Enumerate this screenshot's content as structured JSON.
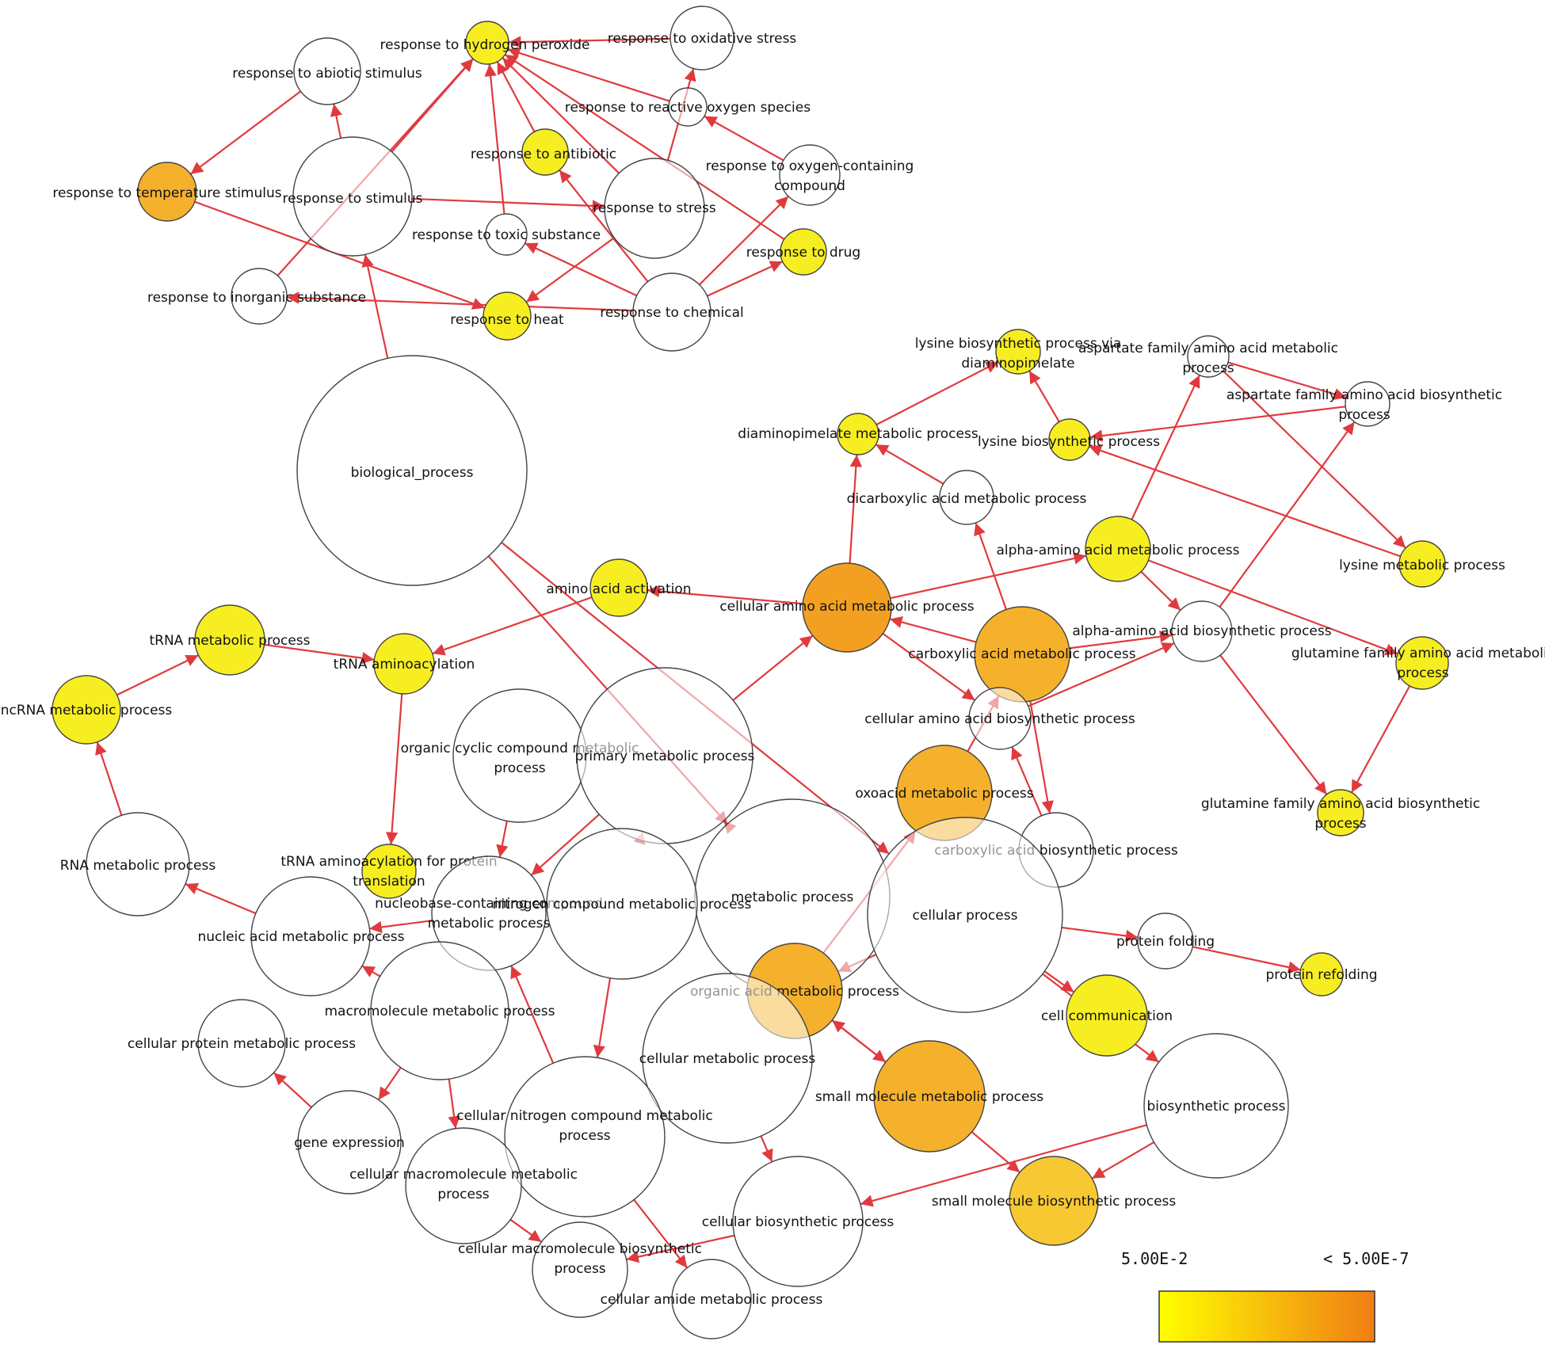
{
  "colors": {
    "edge": "#e03a3e",
    "white": "#ffffff",
    "yellow": "#f7ee22",
    "light_orange": "#f8c833",
    "orange": "#f6b12c",
    "dark_orange": "#f3a022",
    "stroke": "#444444"
  },
  "legend": {
    "min_label": "5.00E-2",
    "max_label": "< 5.00E-7",
    "gradient_start": "#ffff00",
    "gradient_end": "#f07e14"
  },
  "nodes": [
    {
      "id": "biological_process",
      "label": [
        "biological_process"
      ],
      "level": "white"
    },
    {
      "id": "response_to_stimulus",
      "label": [
        "response to stimulus"
      ],
      "level": "white"
    },
    {
      "id": "response_to_abiotic_stimulus",
      "label": [
        "response to abiotic stimulus"
      ],
      "level": "white"
    },
    {
      "id": "response_to_hydrogen_peroxide",
      "label": [
        "response to hydrogen peroxide"
      ],
      "level": "yellow"
    },
    {
      "id": "response_to_oxidative_stress",
      "label": [
        "response to oxidative stress"
      ],
      "level": "white"
    },
    {
      "id": "response_to_reactive_oxygen_species",
      "label": [
        "response to reactive oxygen species"
      ],
      "level": "white"
    },
    {
      "id": "response_to_antibiotic",
      "label": [
        "response to antibiotic"
      ],
      "level": "yellow"
    },
    {
      "id": "response_to_oxygen_containing_compound",
      "label": [
        "response to oxygen-containing",
        "compound"
      ],
      "level": "white"
    },
    {
      "id": "response_to_temperature_stimulus",
      "label": [
        "response to temperature stimulus"
      ],
      "level": "orange"
    },
    {
      "id": "response_to_stress",
      "label": [
        "response to stress"
      ],
      "level": "white"
    },
    {
      "id": "response_to_toxic_substance",
      "label": [
        "response to toxic substance"
      ],
      "level": "white"
    },
    {
      "id": "response_to_drug",
      "label": [
        "response to drug"
      ],
      "level": "yellow"
    },
    {
      "id": "response_to_inorganic_substance",
      "label": [
        "response to inorganic substance"
      ],
      "level": "white"
    },
    {
      "id": "response_to_heat",
      "label": [
        "response to heat"
      ],
      "level": "yellow"
    },
    {
      "id": "response_to_chemical",
      "label": [
        "response to chemical"
      ],
      "level": "white"
    },
    {
      "id": "lysine_biosynthetic_via_dap",
      "label": [
        "lysine biosynthetic process via",
        "diaminopimelate"
      ],
      "level": "yellow"
    },
    {
      "id": "aspartate_family_metabolic",
      "label": [
        "aspartate family amino acid metabolic",
        "process"
      ],
      "level": "white"
    },
    {
      "id": "aspartate_family_biosynthetic",
      "label": [
        "aspartate family amino acid biosynthetic",
        "process"
      ],
      "level": "white"
    },
    {
      "id": "diaminopimelate_metabolic",
      "label": [
        "diaminopimelate metabolic process"
      ],
      "level": "yellow"
    },
    {
      "id": "lysine_biosynthetic",
      "label": [
        "lysine biosynthetic process"
      ],
      "level": "yellow"
    },
    {
      "id": "dicarboxylic_acid_metabolic",
      "label": [
        "dicarboxylic acid metabolic process"
      ],
      "level": "white"
    },
    {
      "id": "alpha_amino_acid_metabolic",
      "label": [
        "alpha-amino acid metabolic process"
      ],
      "level": "yellow"
    },
    {
      "id": "lysine_metabolic",
      "label": [
        "lysine metabolic process"
      ],
      "level": "yellow"
    },
    {
      "id": "amino_acid_activation",
      "label": [
        "amino acid activation"
      ],
      "level": "yellow"
    },
    {
      "id": "cellular_amino_acid_metabolic",
      "label": [
        "cellular amino acid metabolic process"
      ],
      "level": "dark_orange"
    },
    {
      "id": "alpha_amino_acid_biosynthetic",
      "label": [
        "alpha-amino acid biosynthetic process"
      ],
      "level": "white"
    },
    {
      "id": "glutamine_family_metabolic",
      "label": [
        "glutamine family amino acid metabolic",
        "process"
      ],
      "level": "yellow"
    },
    {
      "id": "trna_metabolic",
      "label": [
        "tRNA metabolic process"
      ],
      "level": "yellow"
    },
    {
      "id": "trna_aminoacylation",
      "label": [
        "tRNA aminoacylation"
      ],
      "level": "yellow"
    },
    {
      "id": "carboxylic_acid_metabolic",
      "label": [
        "carboxylic acid metabolic process"
      ],
      "level": "orange"
    },
    {
      "id": "ncrna_metabolic",
      "label": [
        "ncRNA metabolic process"
      ],
      "level": "yellow"
    },
    {
      "id": "cellular_amino_acid_biosynthetic",
      "label": [
        "cellular amino acid biosynthetic process"
      ],
      "level": "white"
    },
    {
      "id": "organic_cyclic_compound_metabolic",
      "label": [
        "organic cyclic compound metabolic",
        "process"
      ],
      "level": "white"
    },
    {
      "id": "primary_metabolic",
      "label": [
        "primary metabolic process"
      ],
      "level": "white"
    },
    {
      "id": "oxoacid_metabolic",
      "label": [
        "oxoacid metabolic process"
      ],
      "level": "orange"
    },
    {
      "id": "glutamine_family_biosynthetic",
      "label": [
        "glutamine family amino acid biosynthetic",
        "process"
      ],
      "level": "yellow"
    },
    {
      "id": "rna_metabolic",
      "label": [
        "RNA metabolic process"
      ],
      "level": "white"
    },
    {
      "id": "trna_aminoacylation_translation",
      "label": [
        "tRNA aminoacylation for protein",
        "translation"
      ],
      "level": "yellow"
    },
    {
      "id": "carboxylic_acid_biosynthetic",
      "label": [
        "carboxylic acid biosynthetic process"
      ],
      "level": "white"
    },
    {
      "id": "metabolic_process",
      "label": [
        "metabolic process"
      ],
      "level": "white"
    },
    {
      "id": "nucleobase_containing_compound_metabolic",
      "label": [
        "nucleobase-containing compound",
        "metabolic process"
      ],
      "level": "white"
    },
    {
      "id": "nitrogen_compound_metabolic",
      "label": [
        "nitrogen compound metabolic process"
      ],
      "level": "white"
    },
    {
      "id": "cellular_process",
      "label": [
        "cellular process"
      ],
      "level": "white"
    },
    {
      "id": "nucleic_acid_metabolic",
      "label": [
        "nucleic acid metabolic process"
      ],
      "level": "white"
    },
    {
      "id": "protein_folding",
      "label": [
        "protein folding"
      ],
      "level": "white"
    },
    {
      "id": "protein_refolding",
      "label": [
        "protein refolding"
      ],
      "level": "yellow"
    },
    {
      "id": "organic_acid_metabolic",
      "label": [
        "organic acid metabolic process"
      ],
      "level": "orange"
    },
    {
      "id": "cell_communication",
      "label": [
        "cell communication"
      ],
      "level": "yellow"
    },
    {
      "id": "macromolecule_metabolic",
      "label": [
        "macromolecule metabolic process"
      ],
      "level": "white"
    },
    {
      "id": "cellular_protein_metabolic",
      "label": [
        "cellular protein metabolic process"
      ],
      "level": "white"
    },
    {
      "id": "cellular_metabolic",
      "label": [
        "cellular metabolic process"
      ],
      "level": "white"
    },
    {
      "id": "small_molecule_metabolic",
      "label": [
        "small molecule metabolic process"
      ],
      "level": "orange"
    },
    {
      "id": "biosynthetic_process",
      "label": [
        "biosynthetic process"
      ],
      "level": "white"
    },
    {
      "id": "gene_expression",
      "label": [
        "gene expression"
      ],
      "level": "white"
    },
    {
      "id": "cellular_nitrogen_compound_metabolic",
      "label": [
        "cellular nitrogen compound metabolic",
        "process"
      ],
      "level": "white"
    },
    {
      "id": "cellular_macromolecule_metabolic",
      "label": [
        "cellular macromolecule metabolic",
        "process"
      ],
      "level": "white"
    },
    {
      "id": "small_molecule_biosynthetic",
      "label": [
        "small molecule biosynthetic process"
      ],
      "level": "light_orange"
    },
    {
      "id": "cellular_biosynthetic",
      "label": [
        "cellular biosynthetic process"
      ],
      "level": "white"
    },
    {
      "id": "cellular_macromolecule_biosynthetic",
      "label": [
        "cellular macromolecule biosynthetic",
        "process"
      ],
      "level": "white"
    },
    {
      "id": "cellular_amide_metabolic",
      "label": [
        "cellular amide metabolic process"
      ],
      "level": "white"
    }
  ],
  "edges": [
    [
      "biological_process",
      "response_to_stimulus"
    ],
    [
      "biological_process",
      "metabolic_process"
    ],
    [
      "biological_process",
      "cellular_process"
    ],
    [
      "response_to_stimulus",
      "response_to_abiotic_stimulus"
    ],
    [
      "response_to_stimulus",
      "response_to_hydrogen_peroxide"
    ],
    [
      "response_to_stimulus",
      "response_to_stress"
    ],
    [
      "response_to_abiotic_stimulus",
      "response_to_temperature_stimulus"
    ],
    [
      "response_to_temperature_stimulus",
      "response_to_heat"
    ],
    [
      "response_to_inorganic_substance",
      "response_to_hydrogen_peroxide"
    ],
    [
      "response_to_chemical",
      "response_to_inorganic_substance"
    ],
    [
      "response_to_stress",
      "response_to_heat"
    ],
    [
      "response_to_stress",
      "response_to_oxidative_stress"
    ],
    [
      "response_to_stress",
      "response_to_hydrogen_peroxide"
    ],
    [
      "response_to_oxidative_stress",
      "response_to_hydrogen_peroxide"
    ],
    [
      "response_to_reactive_oxygen_species",
      "response_to_hydrogen_peroxide"
    ],
    [
      "response_to_oxygen_containing_compound",
      "response_to_reactive_oxygen_species"
    ],
    [
      "response_to_chemical",
      "response_to_oxygen_containing_compound"
    ],
    [
      "response_to_chemical",
      "response_to_toxic_substance"
    ],
    [
      "response_to_chemical",
      "response_to_antibiotic"
    ],
    [
      "response_to_chemical",
      "response_to_drug"
    ],
    [
      "response_to_toxic_substance",
      "response_to_hydrogen_peroxide"
    ],
    [
      "response_to_antibiotic",
      "response_to_hydrogen_peroxide"
    ],
    [
      "response_to_drug",
      "response_to_hydrogen_peroxide"
    ],
    [
      "metabolic_process",
      "primary_metabolic"
    ],
    [
      "primary_metabolic",
      "cellular_amino_acid_metabolic"
    ],
    [
      "primary_metabolic",
      "nitrogen_compound_metabolic"
    ],
    [
      "cellular_amino_acid_metabolic",
      "diaminopimelate_metabolic"
    ],
    [
      "cellular_amino_acid_metabolic",
      "amino_acid_activation"
    ],
    [
      "cellular_amino_acid_metabolic",
      "alpha_amino_acid_metabolic"
    ],
    [
      "cellular_amino_acid_metabolic",
      "cellular_amino_acid_biosynthetic"
    ],
    [
      "carboxylic_acid_metabolic",
      "cellular_amino_acid_metabolic"
    ],
    [
      "carboxylic_acid_metabolic",
      "dicarboxylic_acid_metabolic"
    ],
    [
      "carboxylic_acid_metabolic",
      "alpha_amino_acid_biosynthetic"
    ],
    [
      "carboxylic_acid_metabolic",
      "carboxylic_acid_biosynthetic"
    ],
    [
      "dicarboxylic_acid_metabolic",
      "diaminopimelate_metabolic"
    ],
    [
      "diaminopimelate_metabolic",
      "lysine_biosynthetic_via_dap"
    ],
    [
      "lysine_biosynthetic",
      "lysine_biosynthetic_via_dap"
    ],
    [
      "aspartate_family_biosynthetic",
      "lysine_biosynthetic"
    ],
    [
      "aspartate_family_metabolic",
      "aspartate_family_biosynthetic"
    ],
    [
      "aspartate_family_metabolic",
      "lysine_metabolic"
    ],
    [
      "lysine_metabolic",
      "lysine_biosynthetic"
    ],
    [
      "alpha_amino_acid_metabolic",
      "aspartate_family_metabolic"
    ],
    [
      "alpha_amino_acid_metabolic",
      "alpha_amino_acid_biosynthetic"
    ],
    [
      "alpha_amino_acid_metabolic",
      "glutamine_family_metabolic"
    ],
    [
      "alpha_amino_acid_biosynthetic",
      "aspartate_family_biosynthetic"
    ],
    [
      "alpha_amino_acid_biosynthetic",
      "glutamine_family_biosynthetic"
    ],
    [
      "glutamine_family_metabolic",
      "glutamine_family_biosynthetic"
    ],
    [
      "cellular_amino_acid_biosynthetic",
      "alpha_amino_acid_biosynthetic"
    ],
    [
      "carboxylic_acid_biosynthetic",
      "cellular_amino_acid_biosynthetic"
    ],
    [
      "oxoacid_metabolic",
      "carboxylic_acid_metabolic"
    ],
    [
      "organic_acid_metabolic",
      "oxoacid_metabolic"
    ],
    [
      "cellular_process",
      "organic_acid_metabolic"
    ],
    [
      "cellular_process",
      "protein_folding"
    ],
    [
      "cellular_process",
      "cell_communication"
    ],
    [
      "cellular_process",
      "biosynthetic_process"
    ],
    [
      "protein_folding",
      "protein_refolding"
    ],
    [
      "amino_acid_activation",
      "trna_aminoacylation"
    ],
    [
      "trna_metabolic",
      "trna_aminoacylation"
    ],
    [
      "ncrna_metabolic",
      "trna_metabolic"
    ],
    [
      "rna_metabolic",
      "ncrna_metabolic"
    ],
    [
      "trna_aminoacylation",
      "trna_aminoacylation_translation"
    ],
    [
      "nucleic_acid_metabolic",
      "rna_metabolic"
    ],
    [
      "nucleobase_containing_compound_metabolic",
      "nucleic_acid_metabolic"
    ],
    [
      "organic_cyclic_compound_metabolic",
      "nucleobase_containing_compound_metabolic"
    ],
    [
      "primary_metabolic",
      "nucleobase_containing_compound_metabolic"
    ],
    [
      "nitrogen_compound_metabolic",
      "cellular_nitrogen_compound_metabolic"
    ],
    [
      "macromolecule_metabolic",
      "nucleic_acid_metabolic"
    ],
    [
      "macromolecule_metabolic",
      "gene_expression"
    ],
    [
      "macromolecule_metabolic",
      "cellular_macromolecule_metabolic"
    ],
    [
      "gene_expression",
      "cellular_protein_metabolic"
    ],
    [
      "cellular_nitrogen_compound_metabolic",
      "nucleobase_containing_compound_metabolic"
    ],
    [
      "cellular_nitrogen_compound_metabolic",
      "cellular_amide_metabolic"
    ],
    [
      "cellular_macromolecule_metabolic",
      "cellular_macromolecule_biosynthetic"
    ],
    [
      "cellular_metabolic",
      "cellular_biosynthetic"
    ],
    [
      "small_molecule_metabolic",
      "organic_acid_metabolic"
    ],
    [
      "small_molecule_metabolic",
      "small_molecule_biosynthetic"
    ],
    [
      "biosynthetic_process",
      "small_molecule_biosynthetic"
    ],
    [
      "biosynthetic_process",
      "cellular_biosynthetic"
    ],
    [
      "cellular_biosynthetic",
      "cellular_macromolecule_biosynthetic"
    ],
    [
      "organic_acid_metabolic",
      "small_molecule_metabolic"
    ]
  ]
}
